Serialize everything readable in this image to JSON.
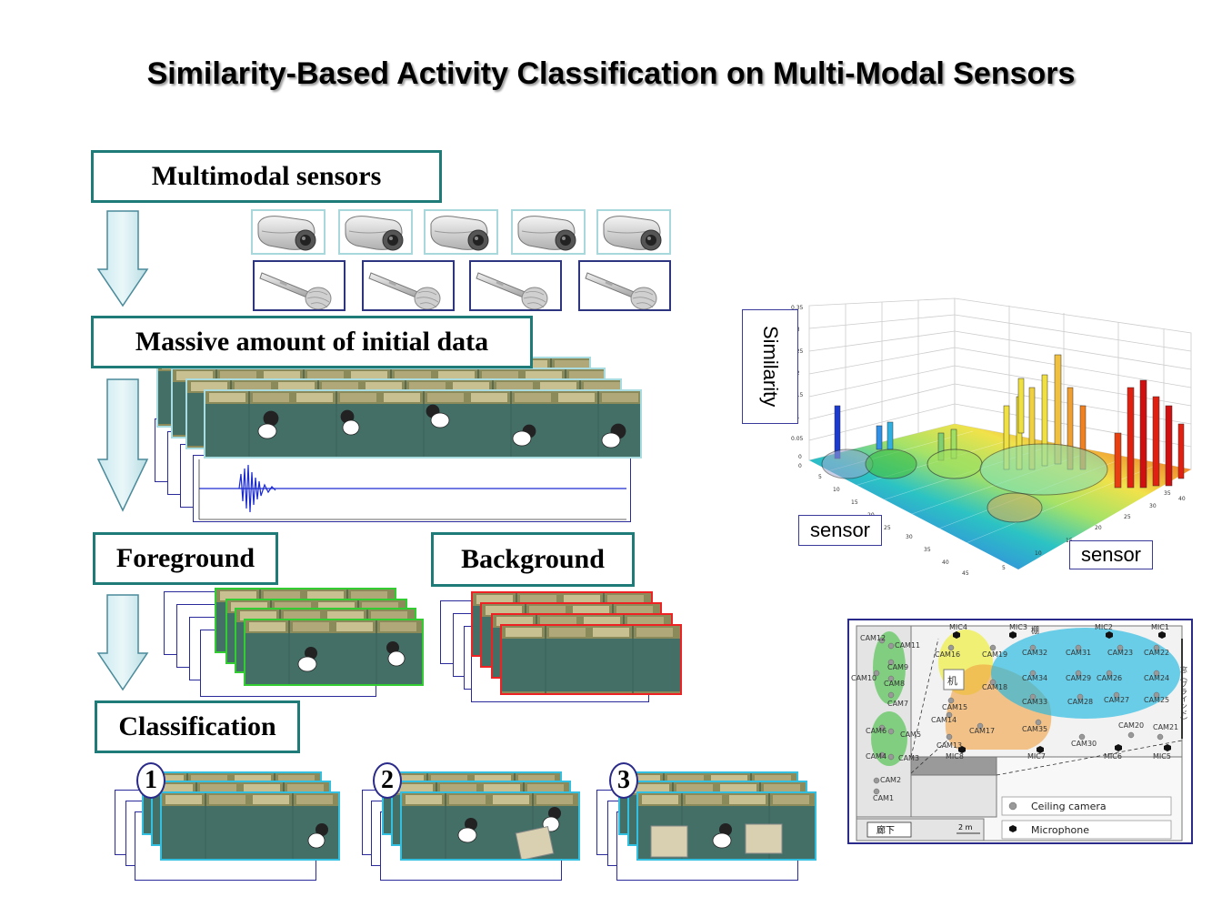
{
  "title": "Similarity-Based Activity Classification on Multi-Modal Sensors",
  "steps": {
    "sensors": "Multimodal sensors",
    "initial_data": "Massive amount of initial data",
    "foreground": "Foreground",
    "background": "Background",
    "classification": "Classification"
  },
  "classes": [
    "1",
    "2",
    "3"
  ],
  "similarity_plot": {
    "zlabel": "Similarity",
    "xlabel": "sensor",
    "ylabel": "sensor",
    "z_ticks": [
      "0",
      "0.05",
      "0.1",
      "0.15",
      "0.2",
      "0.25",
      "0.3",
      "0.35"
    ],
    "y_ticks": [
      "0",
      "5",
      "10",
      "15",
      "20",
      "25",
      "30",
      "35",
      "40",
      "45"
    ],
    "x_ticks": [
      "5",
      "10",
      "15",
      "20",
      "25",
      "30",
      "35",
      "40"
    ]
  },
  "floor_plan": {
    "cameras": [
      "CAM12",
      "CAM11",
      "CAM9",
      "CAM10",
      "CAM8",
      "CAM7",
      "CAM6",
      "CAM5",
      "CAM4",
      "CAM3",
      "CAM2",
      "CAM1",
      "CAM16",
      "CAM19",
      "CAM18",
      "CAM15",
      "CAM14",
      "CAM13",
      "CAM17",
      "CAM35",
      "CAM32",
      "CAM31",
      "CAM23",
      "CAM22",
      "CAM34",
      "CAM29",
      "CAM26",
      "CAM24",
      "CAM33",
      "CAM28",
      "CAM27",
      "CAM25",
      "CAM30",
      "CAM20",
      "CAM21"
    ],
    "mics": [
      "MIC4",
      "MIC3",
      "MIC2",
      "MIC1",
      "MIC8",
      "MIC7",
      "MIC6",
      "MIC5"
    ],
    "desk_label": "机",
    "shelf_label": "棚",
    "window_label": "窓（ブラインド）",
    "corridor_label": "廊下",
    "scale_label": "2 m",
    "legend": {
      "ceiling_camera": "Ceiling camera",
      "microphone": "Microphone"
    }
  },
  "colors": {
    "teal_border": "#1e7b78",
    "green_frame": "#33cc33",
    "red_frame": "#ee2222",
    "cyan_frame": "#33c0e0",
    "navy": "#2a2a8a"
  }
}
